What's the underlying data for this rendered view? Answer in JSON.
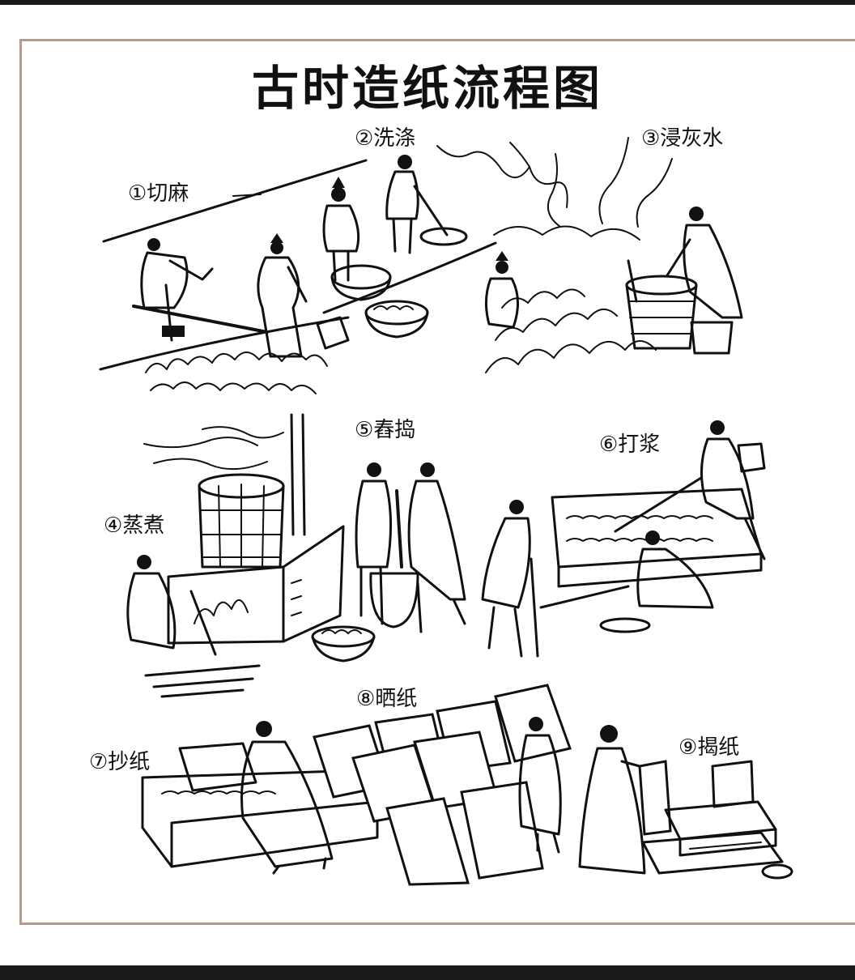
{
  "title": "古时造纸流程图",
  "steps": [
    {
      "label": "①切麻",
      "name": "切麻"
    },
    {
      "label": "②洗涤",
      "name": "洗涤"
    },
    {
      "label": "③浸灰水",
      "name": "浸灰水"
    },
    {
      "label": "④蒸煮",
      "name": "蒸煮"
    },
    {
      "label": "⑤舂捣",
      "name": "舂捣"
    },
    {
      "label": "⑥打浆",
      "name": "打浆"
    },
    {
      "label": "⑦抄纸",
      "name": "抄纸"
    },
    {
      "label": "⑧晒纸",
      "name": "晒纸"
    },
    {
      "label": "⑨揭纸",
      "name": "揭纸"
    }
  ],
  "colors": {
    "ink": "#111111",
    "frame_border": "#b49a8c",
    "background": "#ffffff",
    "edge_bars": "#1a1a1a"
  }
}
